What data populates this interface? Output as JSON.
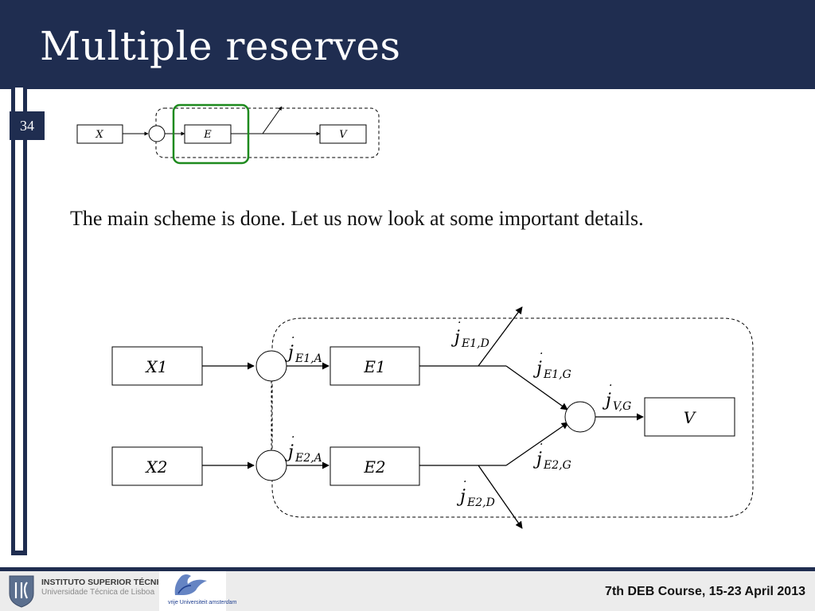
{
  "slide": {
    "title": "Multiple reserves",
    "number": "34",
    "text": "The main scheme is done. Let us now look at some important details."
  },
  "small_diagram": {
    "boxes": {
      "x": "X",
      "e": "E",
      "v": "V"
    },
    "highlight_color": "#1e8a1e"
  },
  "main_diagram": {
    "boxes": {
      "x1": "X1",
      "x2": "X2",
      "e1": "E1",
      "e2": "E2",
      "v": "V"
    },
    "fluxes": {
      "e1a": {
        "base": "j",
        "sub": "E1,A"
      },
      "e2a": {
        "base": "j",
        "sub": "E2,A"
      },
      "e1d": {
        "base": "j",
        "sub": "E1,D"
      },
      "e2d": {
        "base": "j",
        "sub": "E2,D"
      },
      "e1g": {
        "base": "j",
        "sub": "E1,G"
      },
      "e2g": {
        "base": "j",
        "sub": "E2,G"
      },
      "vg": {
        "base": "j",
        "sub": "V,G"
      }
    }
  },
  "footer": {
    "ist_name": "INSTITUTO SUPERIOR TÉCNICO",
    "ist_sub": "Universidade Técnica de Lisboa",
    "vu_text_1": "vrije",
    "vu_text_2": "Universiteit",
    "vu_text_3": "amsterdam",
    "course": "7th DEB Course, 15-23 April 2013"
  },
  "colors": {
    "navy": "#1f2d50",
    "highlight": "#1e8a1e"
  }
}
